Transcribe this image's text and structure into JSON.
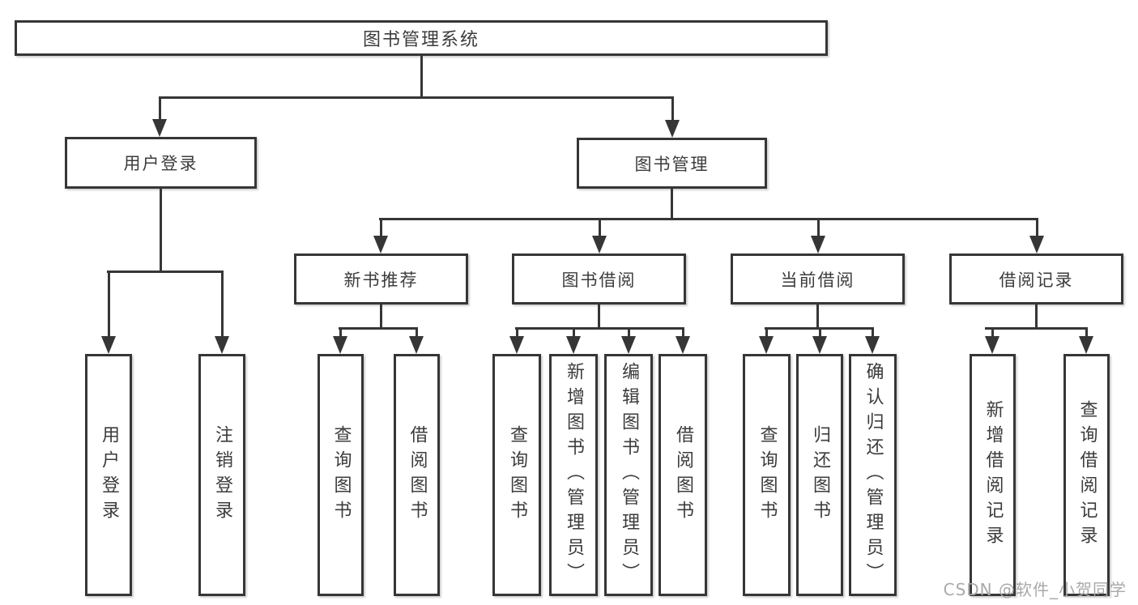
{
  "diagram": {
    "root": {
      "label": "图书管理系统"
    },
    "level1": [
      {
        "label": "用户登录"
      },
      {
        "label": "图书管理"
      }
    ],
    "level2": [
      {
        "label": "新书推荐"
      },
      {
        "label": "图书借阅"
      },
      {
        "label": "当前借阅"
      },
      {
        "label": "借阅记录"
      }
    ],
    "leaves": {
      "user_login": [
        "用户登录",
        "注销登录"
      ],
      "new_book": [
        "查询图书",
        "借阅图书"
      ],
      "book_borrow": [
        "查询图书",
        "新增图书（管理员）",
        "编辑图书（管理员）",
        "借阅图书"
      ],
      "current_borrow": [
        "查询图书",
        "归还图书",
        "确认归还（管理员）"
      ],
      "borrow_record": [
        "新增借阅记录",
        "查询借阅记录"
      ]
    }
  },
  "watermark": {
    "text": "CSDN @软件_小贺同学"
  },
  "colors": {
    "line": "#363636",
    "text": "#3c3c3c",
    "box_fill": "#ffffff",
    "background": "#ffffff",
    "watermark": "#a9a9a9"
  }
}
